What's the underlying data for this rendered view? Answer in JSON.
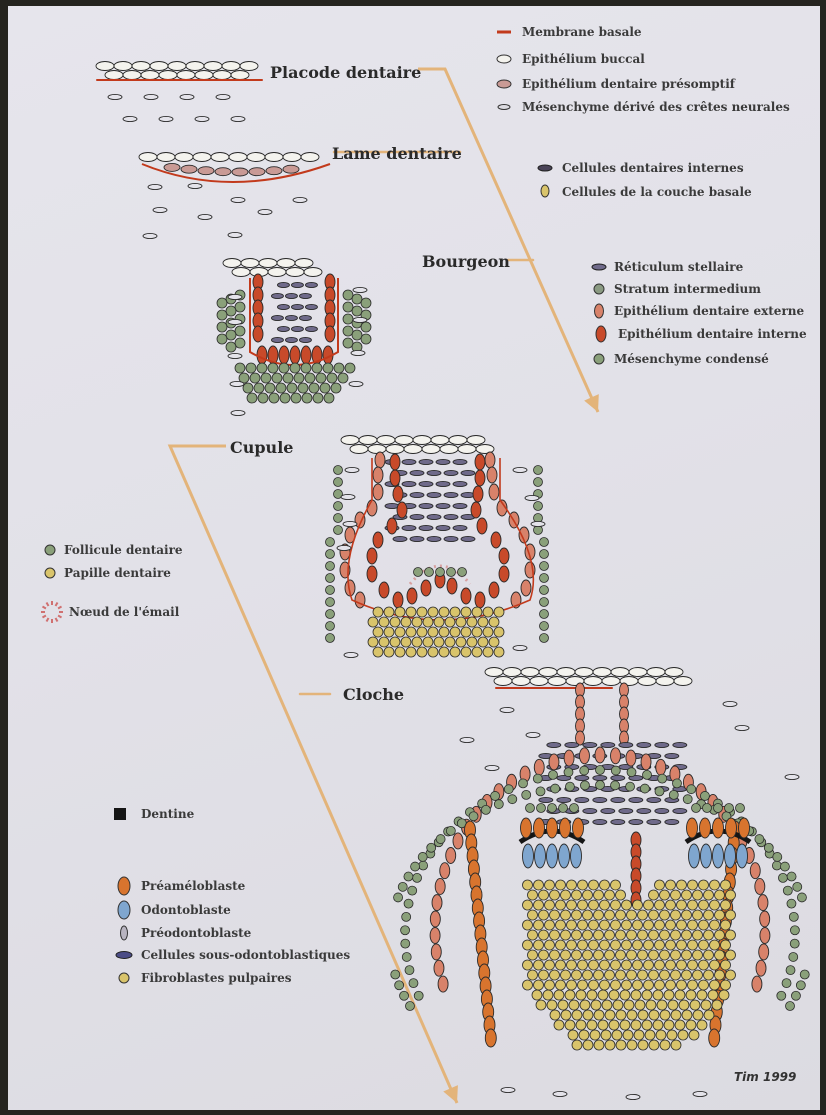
{
  "stages": {
    "placode": "Placode dentaire",
    "lame": "Lame dentaire",
    "bourgeon": "Bourgeon",
    "cupule": "Cupule",
    "cloche": "Cloche"
  },
  "legend_top": [
    {
      "label": "Membrane basale",
      "icon": "red-line-icon"
    },
    {
      "label": "Epithélium buccal",
      "icon": "white-oval-icon"
    },
    {
      "label": "Epithélium dentaire présomptif",
      "icon": "pink-oval-icon"
    },
    {
      "label": "Mésenchyme dérivé des crêtes neurales",
      "icon": "small-oval-icon"
    }
  ],
  "legend_lame": [
    {
      "label": "Cellules dentaires internes",
      "icon": "dark-oval-icon"
    },
    {
      "label": "Cellules de la couche basale",
      "icon": "yellow-oval-icon"
    }
  ],
  "legend_bourgeon": [
    {
      "label": "Réticulum stellaire",
      "icon": "violet-oval-icon"
    },
    {
      "label": "Stratum intermedium",
      "icon": "gray-green-dot-icon"
    },
    {
      "label": "Epithélium dentaire externe",
      "icon": "salmon-oval-icon"
    },
    {
      "label": "Epithélium dentaire interne",
      "icon": "red-oval-icon"
    },
    {
      "label": "Mésenchyme condensé",
      "icon": "green-dot-icon"
    }
  ],
  "legend_cupule": [
    {
      "label": "Follicule dentaire",
      "icon": "green-dot-icon"
    },
    {
      "label": "Papille dentaire",
      "icon": "yellow-dot-icon"
    },
    {
      "label": "Nœud de l'émail",
      "icon": "enamel-knot-icon"
    }
  ],
  "legend_cloche": [
    {
      "label": "Dentine",
      "icon": "black-square-icon"
    },
    {
      "label": "Préaméloblaste",
      "icon": "orange-oval-icon"
    },
    {
      "label": "Odontoblaste",
      "icon": "blue-oval-icon"
    },
    {
      "label": "Préodontoblaste",
      "icon": "gray-oval-icon"
    },
    {
      "label": "Cellules sous-odontoblastiques",
      "icon": "navy-oval-icon"
    },
    {
      "label": "Fibroblastes pulpaires",
      "icon": "yellow-dot-icon"
    }
  ],
  "signature": "Tim 1999",
  "colors": {
    "arrow": "#e3b47a",
    "membrane": "#c23a1c",
    "epithelium": "#f4f3ee",
    "presumptive": "#c99a95",
    "inner_epithelium": "#c84a2a",
    "outer_epithelium": "#d8826a",
    "stellate": "#6f6a8a",
    "green": "#8aa07a",
    "yellow": "#d9c46b",
    "blue": "#7fa6cf",
    "dentine": "#151515"
  }
}
